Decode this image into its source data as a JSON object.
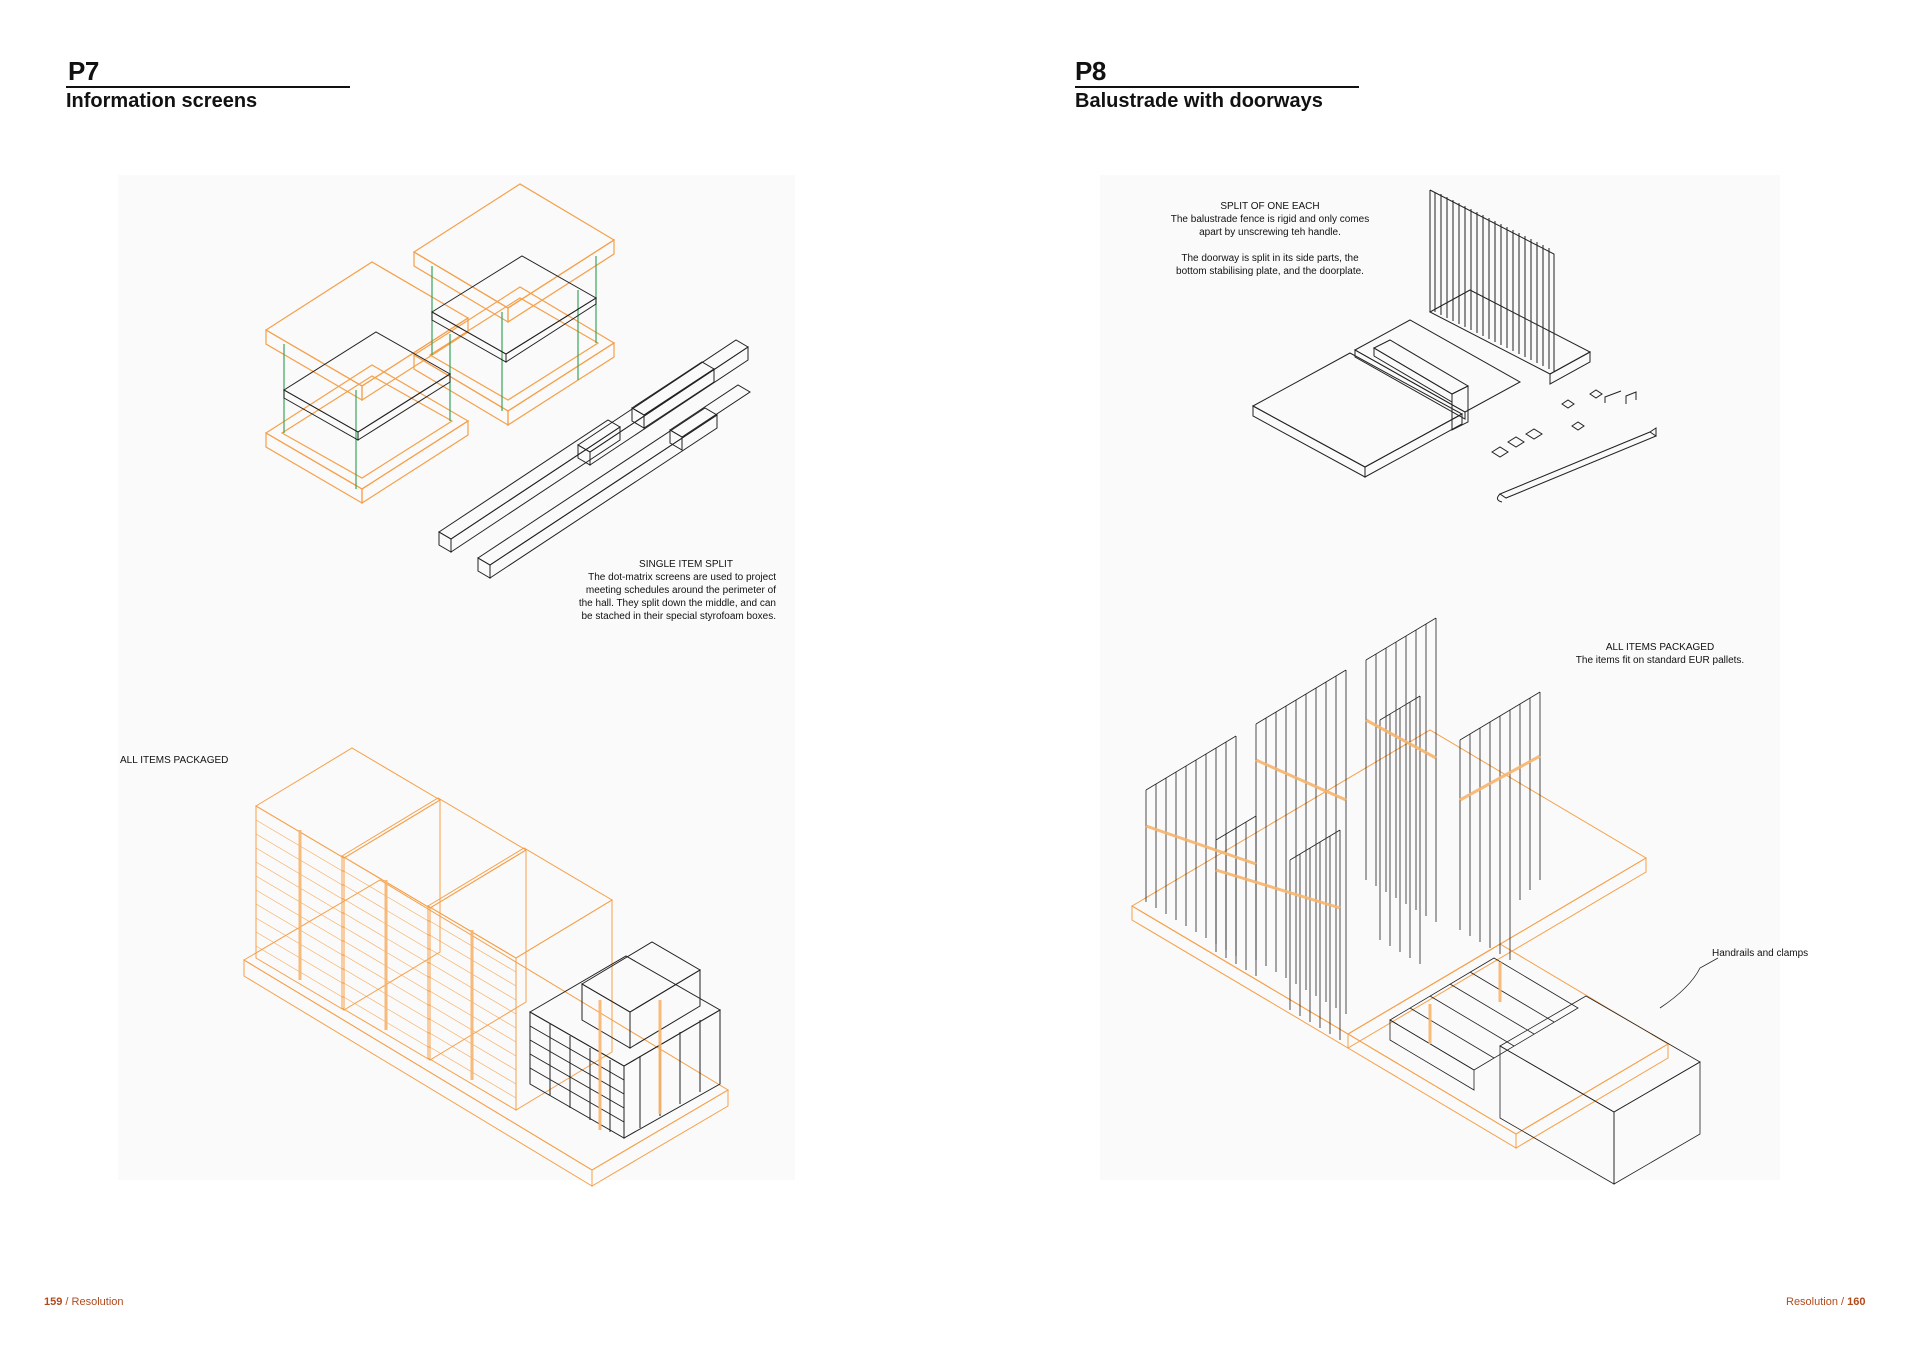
{
  "left_page": {
    "code": "P7",
    "title": "Information screens",
    "split_caption": {
      "heading": "SINGLE ITEM SPLIT",
      "lines": [
        "The dot-matrix screens are used to project",
        "meeting schedules around the perimeter of",
        "the hall. They split down the middle, and can",
        "be stached  in their special styrofoam boxes."
      ]
    },
    "packaged_label": "ALL ITEMS PACKAGED",
    "folio": {
      "number": "159",
      "separator": "/",
      "section": "Resolution"
    }
  },
  "right_page": {
    "code": "P8",
    "title": "Balustrade with doorways",
    "split_caption": {
      "heading": "SPLIT OF ONE EACH",
      "lines": [
        "The balustrade fence is rigid and only comes",
        "apart by unscrewing teh handle.",
        "",
        "The doorway is split in its side parts, the",
        "bottom stabilising plate, and the doorplate."
      ]
    },
    "packaged_caption": {
      "heading": "ALL ITEMS PACKAGED",
      "lines": [
        "The items fit on standard EUR pallets."
      ]
    },
    "handrails_label": "Handrails and clamps",
    "folio": {
      "section": "Resolution",
      "separator": "/",
      "number": "160"
    }
  },
  "colors": {
    "accent_orange": "#f5a04a",
    "strap_orange": "#f7b46c",
    "frame_green": "#3aa35a",
    "folio_red": "#b24a1e",
    "line_dark": "#222222"
  }
}
